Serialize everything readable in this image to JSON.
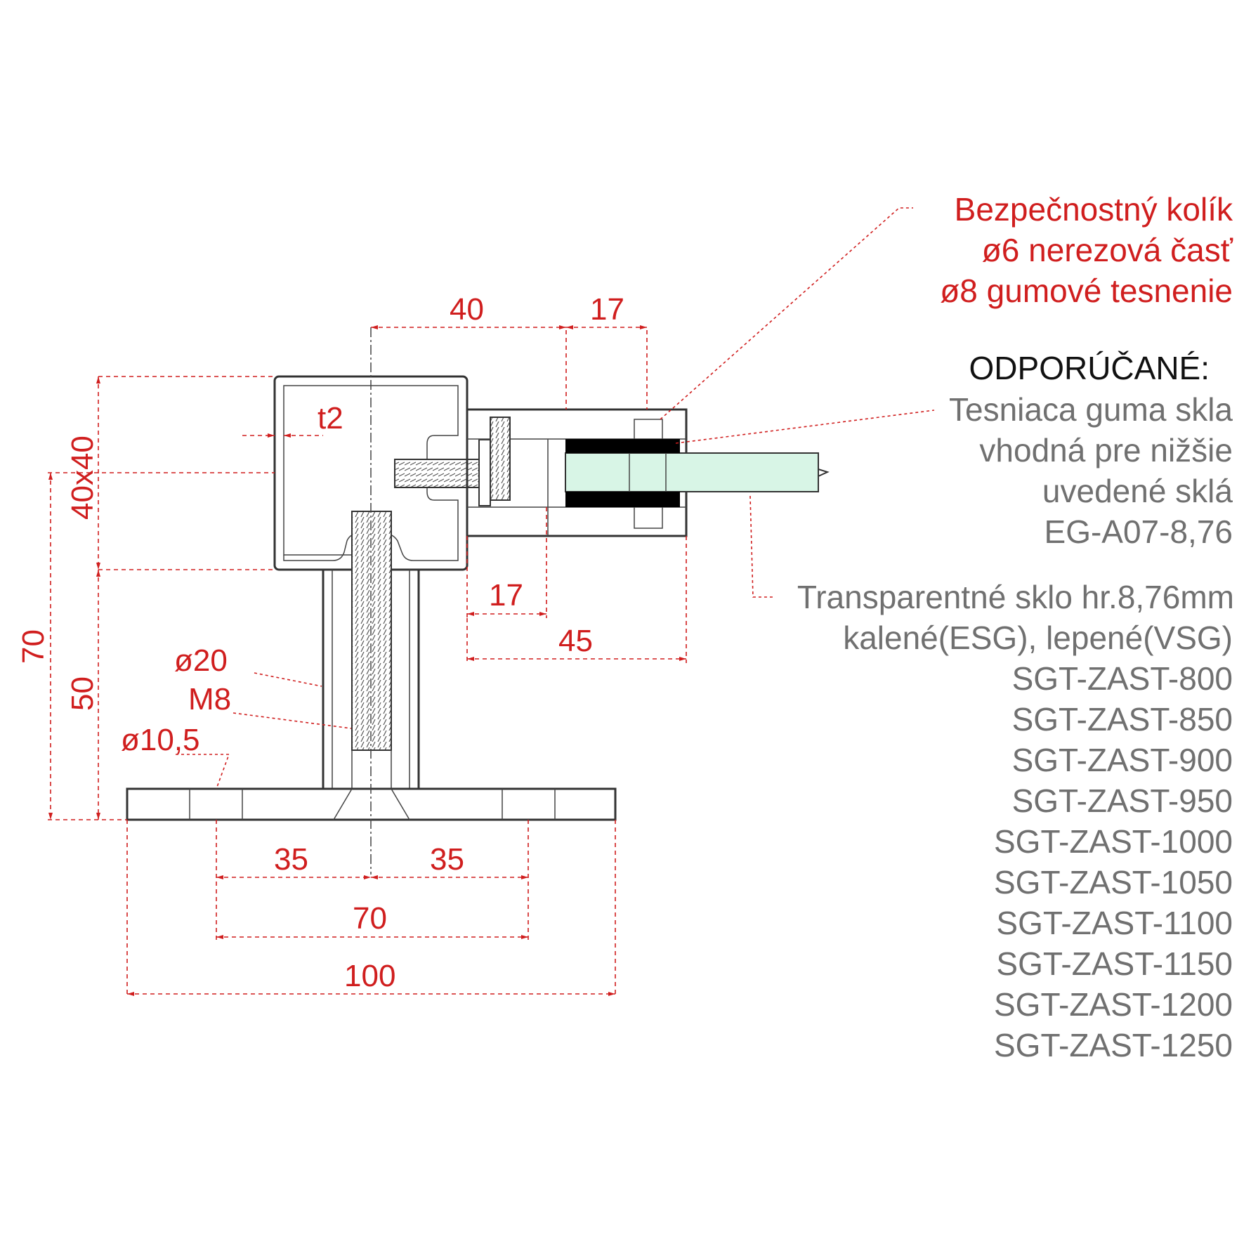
{
  "dimensions": {
    "top_width": "40",
    "top_offset": "17",
    "profile": "40x40",
    "wall": "t2",
    "total_height": "70",
    "post_height": "50",
    "clamp_depth": "17",
    "clamp_length": "45",
    "post_diameter": "ø20",
    "screw": "M8",
    "hole": "ø10,5",
    "half_spacing_left": "35",
    "half_spacing_right": "35",
    "hole_spacing": "70",
    "base_width": "100"
  },
  "safety_pin": {
    "line1": "Bezpečnostný kolík",
    "line2": "ø6 nerezová časť",
    "line3": "ø8 gumové tesnenie"
  },
  "recommended": {
    "heading": "ODPORÚČANÉ:",
    "rubber_lines": [
      "Tesniaca guma skla",
      "vhodná pre nižšie",
      "uvedené sklá",
      "EG-A07-8,76"
    ]
  },
  "glass": {
    "line1": "Transparentné sklo hr.8,76mm",
    "line2": "kalené(ESG), lepené(VSG)",
    "products": [
      "SGT-ZAST-800",
      "SGT-ZAST-850",
      "SGT-ZAST-900",
      "SGT-ZAST-950",
      "SGT-ZAST-1000",
      "SGT-ZAST-1050",
      "SGT-ZAST-1100",
      "SGT-ZAST-1150",
      "SGT-ZAST-1200",
      "SGT-ZAST-1250"
    ]
  },
  "colors": {
    "dimension": "#d01e1e",
    "glass_fill": "#d8f5e6",
    "gasket": "#000000"
  }
}
